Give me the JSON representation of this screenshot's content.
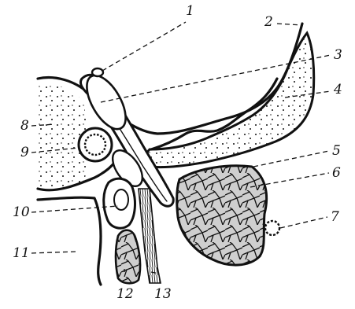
{
  "labels": {
    "l1": "1",
    "l2": "2",
    "l3": "3",
    "l4": "4",
    "l5": "5",
    "l6": "6",
    "l7": "7",
    "l8": "8",
    "l9": "9",
    "l10": "10",
    "l11": "11",
    "l12": "12",
    "l13": "13"
  },
  "colors": {
    "ink": "#111111",
    "paper": "#ffffff"
  }
}
